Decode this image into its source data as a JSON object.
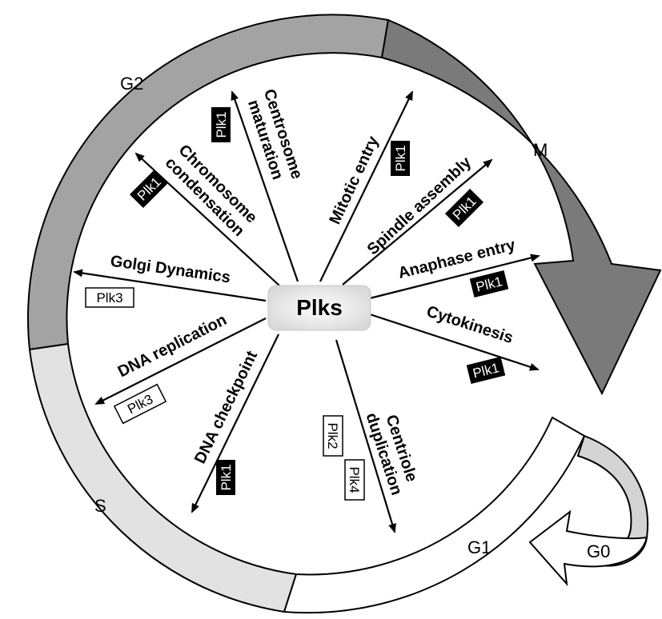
{
  "center": "Plks",
  "phases": {
    "g2": "G2",
    "m": "M",
    "s": "S",
    "g1": "G1",
    "g0": "G0"
  },
  "processes": {
    "centrosome_line1": "Centrosome",
    "centrosome_line2": "maturation",
    "chromosome_line1": "Chromosome",
    "chromosome_line2": "condensation",
    "golgi": "Golgi Dynamics",
    "dna_replication": "DNA replication",
    "dna_checkpoint": "DNA checkpoint",
    "centriole_line1": "Centriole",
    "centriole_line2": "duplication",
    "mitotic_entry": "Mitotic entry",
    "spindle": "Spindle assembly",
    "anaphase": "Anaphase entry",
    "cytokinesis": "Cytokinesis"
  },
  "kinases": {
    "centrosome": "Plk1",
    "chromosome": "Plk1",
    "golgi": "Plk3",
    "dna_replication": "Plk3",
    "dna_checkpoint": "Plk1",
    "centriole_a": "Plk2",
    "centriole_b": "Plk4",
    "mitotic_entry": "Plk1",
    "spindle": "Plk1",
    "anaphase": "Plk1",
    "cytokinesis": "Plk1"
  }
}
